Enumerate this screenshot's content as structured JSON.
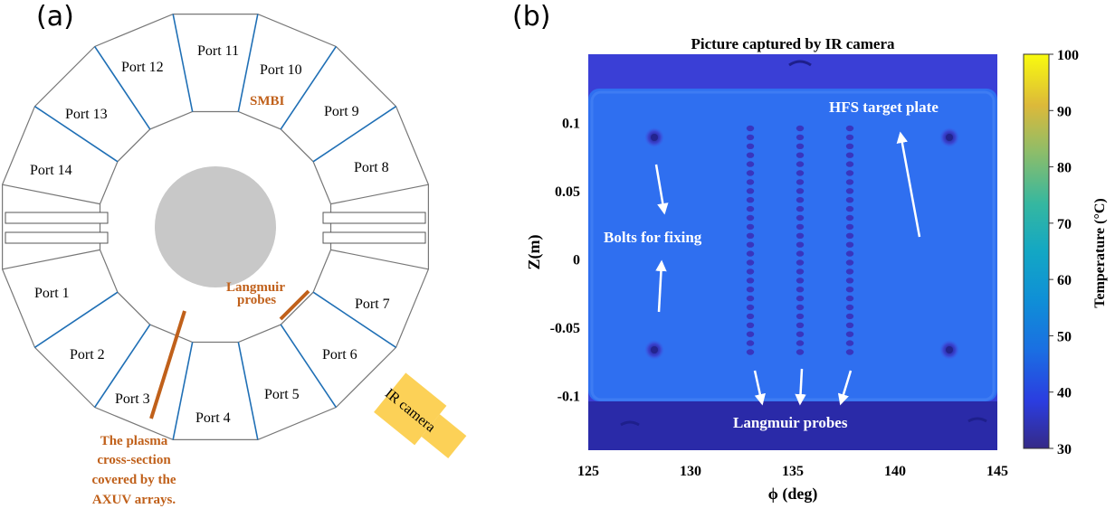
{
  "panel_a": {
    "label": "(a)",
    "ports": [
      "Port 1",
      "Port 2",
      "Port 3",
      "Port 4",
      "Port 5",
      "Port 6",
      "Port 7",
      "Port 8",
      "Port 9",
      "Port 10",
      "Port 11",
      "Port 12",
      "Port 13",
      "Port 14"
    ],
    "smbi_label": "SMBI",
    "langmuir_label_1": "Langmuir",
    "langmuir_label_2": "probes",
    "camera_label": "IR camera",
    "axuv_lines": [
      "The plasma",
      "cross-section",
      "covered by the",
      "AXUV arrays."
    ],
    "colors": {
      "orange": "#c0601a",
      "camera": "#fcd157",
      "view_cone": "#fdebb3",
      "core": "#c8c8c8",
      "port_divider": "#1f6fb5"
    }
  },
  "panel_b": {
    "label": "(b)",
    "title": "Picture captured by IR camera",
    "hfs_label": "HFS target plate",
    "bolts_label": "Bolts for fixing",
    "langmuir_label": "Langmuir probes",
    "colorbar_label": "Temperature (°C)",
    "colors": {
      "image_bg": "#3a3fd6",
      "plate": "#2f6ff0",
      "bottom_band": "#2a2aa8"
    }
  },
  "chart_data": {
    "type": "heatmap",
    "title": "Picture captured by IR camera",
    "xlabel": "ϕ (deg)",
    "ylabel": "Z(m)",
    "x_ticks": [
      125,
      130,
      135,
      140,
      145
    ],
    "y_ticks": [
      0.1,
      0.05,
      0,
      -0.05,
      -0.1
    ],
    "y_tick_labels": [
      "0.1",
      "0.05",
      "0",
      "-0.05",
      "-0.1"
    ],
    "xlim": [
      125,
      145
    ],
    "ylim": [
      -0.14,
      0.15
    ],
    "colorbar": {
      "label": "Temperature (°C)",
      "ticks": [
        30,
        40,
        50,
        60,
        70,
        80,
        90,
        100
      ],
      "range": [
        30,
        100
      ],
      "colormap": "parula"
    }
  }
}
